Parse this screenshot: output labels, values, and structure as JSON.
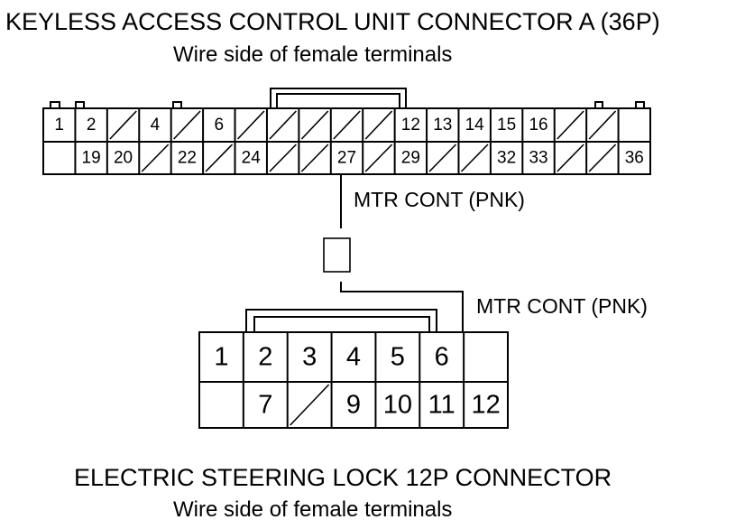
{
  "connector_a": {
    "title": "KEYLESS ACCESS CONTROL UNIT CONNECTOR A (36P)",
    "subtitle": "Wire side of female terminals",
    "row_top": [
      "1",
      "2",
      "/",
      "4",
      "/",
      "6",
      "/",
      "/",
      "/",
      "/",
      "/",
      "12",
      "13",
      "14",
      "15",
      "16",
      "/",
      "/",
      ""
    ],
    "row_bottom": [
      "",
      "19",
      "20",
      "/",
      "22",
      "/",
      "24",
      "/",
      "/",
      "27",
      "/",
      "29",
      "/",
      "/",
      "32",
      "33",
      "/",
      "/",
      "36"
    ]
  },
  "wire": {
    "label_upper": "MTR CONT (PNK)",
    "label_lower": "MTR CONT (PNK)",
    "color": "#000000"
  },
  "connector_b": {
    "title": "ELECTRIC STEERING LOCK 12P CONNECTOR",
    "subtitle": "Wire side of female terminals",
    "row_top": [
      "1",
      "2",
      "3",
      "4",
      "5",
      "6",
      ""
    ],
    "row_bottom": [
      "",
      "7",
      "/",
      "9",
      "10",
      "11",
      "12"
    ]
  }
}
